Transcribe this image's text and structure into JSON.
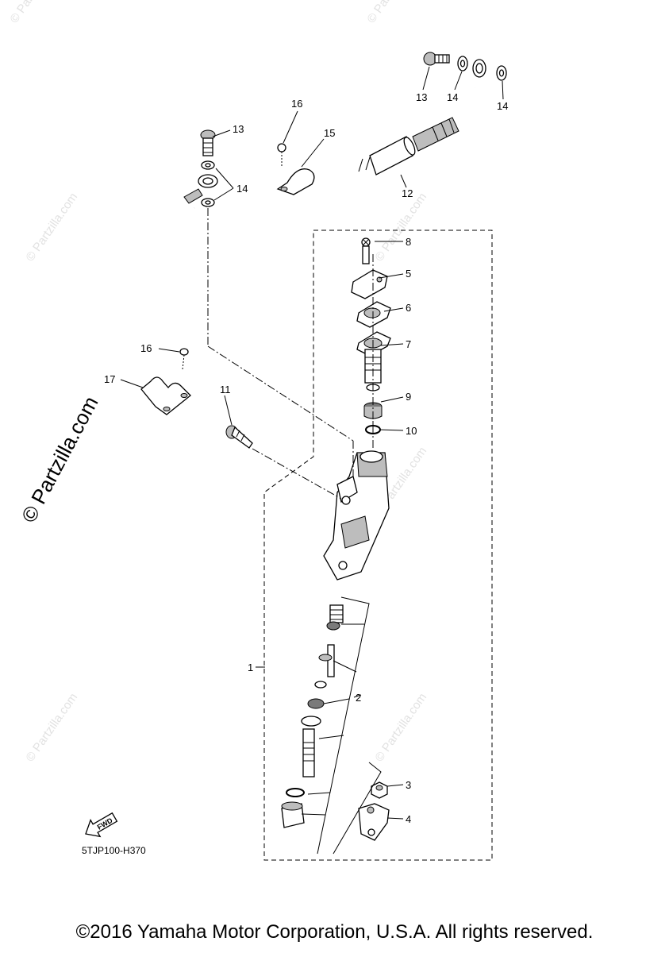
{
  "diagram": {
    "part_labels": {
      "p1": "1",
      "p2": "2",
      "p3": "3",
      "p4": "4",
      "p5": "5",
      "p6": "6",
      "p7": "7",
      "p8": "8",
      "p9": "9",
      "p10": "10",
      "p11": "11",
      "p12": "12",
      "p13a": "13",
      "p13b": "13",
      "p14a": "14",
      "p14b": "14",
      "p14c": "14",
      "p15": "15",
      "p16a": "16",
      "p16b": "16",
      "p17": "17"
    },
    "fwd_label": "FWD",
    "diagram_code": "5TJP100-H370",
    "watermark": "© Partzilla.com"
  },
  "footer": {
    "copyright": "©2016 Yamaha Motor Corporation, U.S.A. All rights reserved."
  }
}
